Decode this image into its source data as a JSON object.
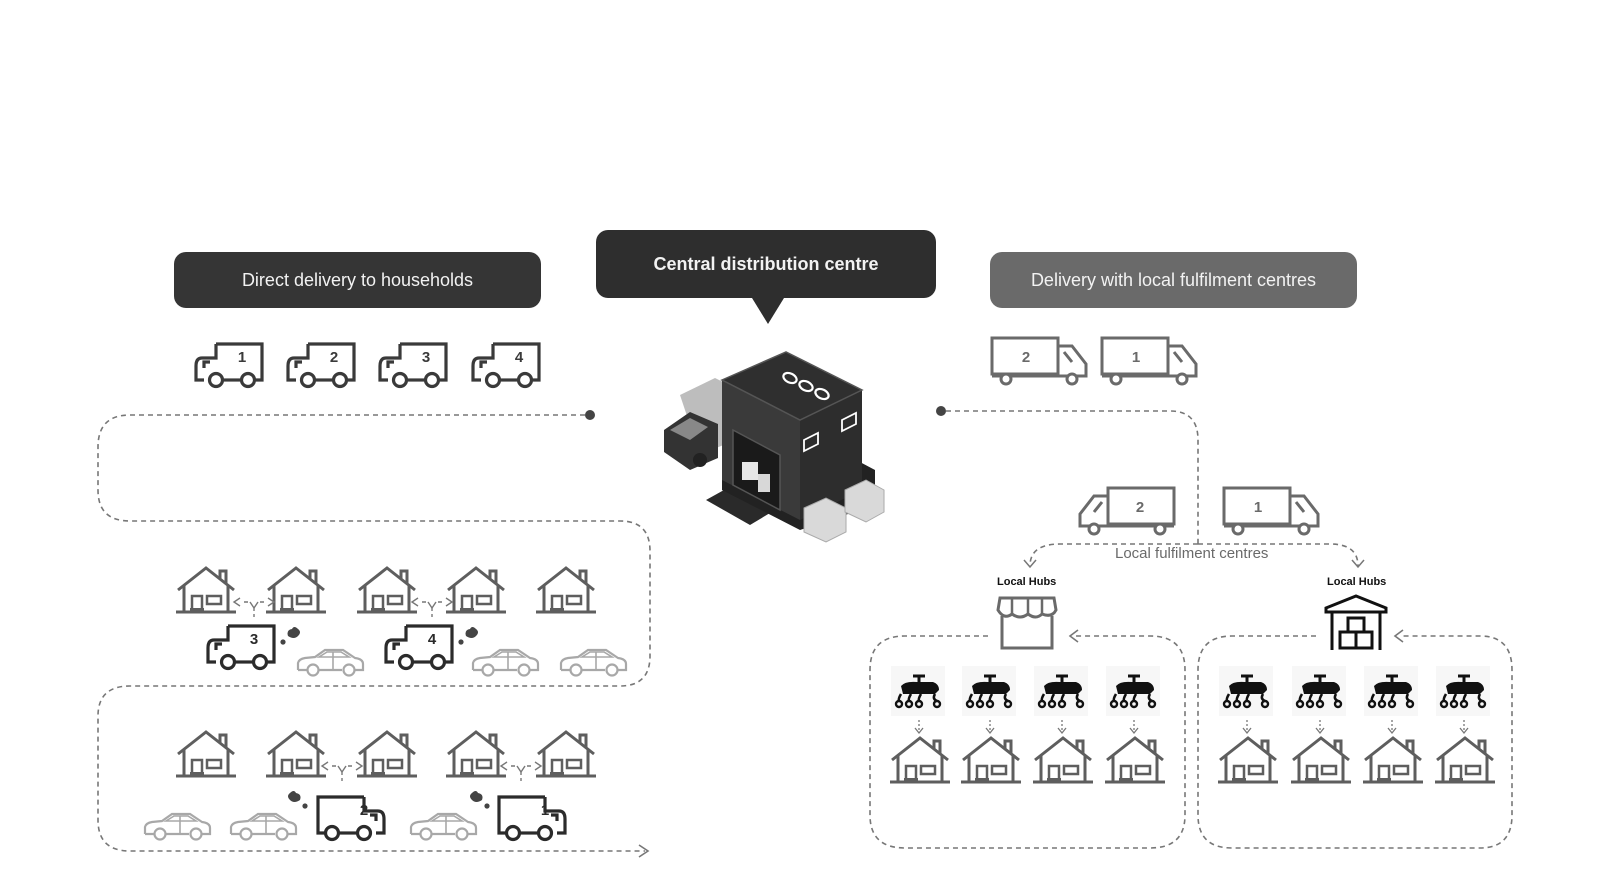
{
  "left": {
    "title": "Direct delivery to households",
    "fleet": [
      "1",
      "2",
      "3",
      "4"
    ],
    "route1": {
      "vans": [
        {
          "number": "3"
        },
        {
          "number": "4"
        }
      ],
      "houses": 5,
      "cars": 3
    },
    "route2": {
      "vans": [
        {
          "number": "2"
        },
        {
          "number": "1"
        }
      ],
      "houses": 5,
      "cars": 3
    }
  },
  "center": {
    "title": "Central distribution centre"
  },
  "right": {
    "title": "Delivery with local fulfilment centres",
    "trucks_top": [
      "2",
      "1"
    ],
    "trucks_mid": [
      "2",
      "1"
    ],
    "lfc_label": "Local fulfilment centres",
    "hubs": [
      {
        "label": "Local Hubs",
        "icon": "storefront-icon",
        "robots": 4,
        "houses": 4
      },
      {
        "label": "Local Hubs",
        "icon": "warehouse-icon",
        "robots": 4,
        "houses": 4
      }
    ]
  },
  "colors": {
    "dark_pill": "#353535",
    "mid_pill": "#6a6a6a",
    "icon_gray": "#5e5e5e",
    "van_dark": "#2b2b2b",
    "car_light": "#a8a8a8",
    "dash": "#777777"
  }
}
